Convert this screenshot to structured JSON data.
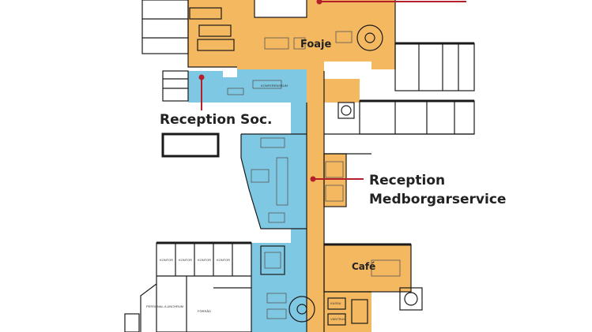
{
  "labels": {
    "foyer": "Foaje",
    "reception_soc": "Reception Soc.",
    "reception_med_line1": "Reception",
    "reception_med_line2": "Medborgarservice",
    "cafe": "Café"
  },
  "small_labels": {
    "kontor": "KONTOR",
    "konferensrum": "KONFERENSRUM",
    "personalrum": "PERSONAL-/LUNCHRUM",
    "forrad": "FÖRRÅD",
    "kassa": "KASSA",
    "vantrum": "VÄNTRUM"
  },
  "colors": {
    "orange_zone": "#f4b860",
    "blue_zone": "#7ec8e3",
    "wall": "#1a1a1a",
    "leader_line": "#b3202a",
    "room_bg": "#ffffff"
  }
}
